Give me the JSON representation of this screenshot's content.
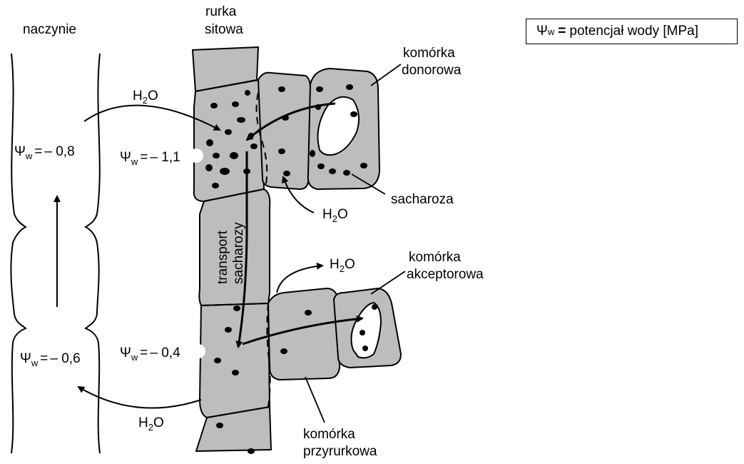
{
  "legend": {
    "symbol": "Ψ",
    "subscript": "w",
    "equals": "=",
    "text": "potencjał wody [MPa]"
  },
  "labels": {
    "naczynie": "naczynie",
    "rurka_line1": "rurka",
    "rurka_line2": "sitowa",
    "donor_line1": "komórka",
    "donor_line2": "donorowa",
    "sacharoza": "sacharoza",
    "akceptor_line1": "komórka",
    "akceptor_line2": "akceptorowa",
    "przyrurkowa_line1": "komórka",
    "przyrurkowa_line2": "przyrurkowa",
    "transport_line1": "transport",
    "transport_line2": "sacharozy"
  },
  "water": {
    "base": "H",
    "sub": "2",
    "tail": "O"
  },
  "potentials": {
    "vessel_top": "– 0,8",
    "vessel_bottom": "– 0,6",
    "sieve_top": "– 1,1",
    "sieve_bottom": "– 0,4"
  },
  "colors": {
    "cell_fill": "#bdbdbd",
    "outline": "#000000",
    "background": "#ffffff"
  }
}
